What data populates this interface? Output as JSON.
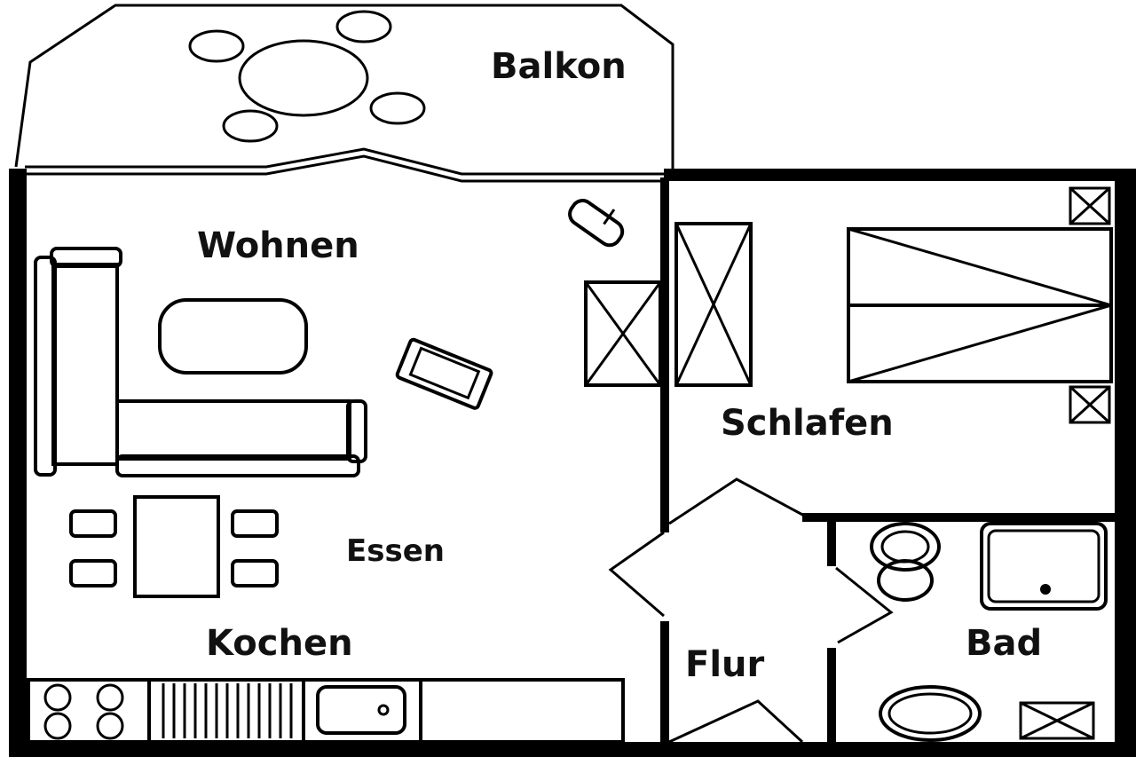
{
  "rooms": {
    "balkon": "Balkon",
    "wohnen": "Wohnen",
    "schlafen": "Schlafen",
    "essen": "Essen",
    "kochen": "Kochen",
    "flur": "Flur",
    "bad": "Bad"
  },
  "colors": {
    "line": "#000000",
    "background": "#ffffff"
  }
}
